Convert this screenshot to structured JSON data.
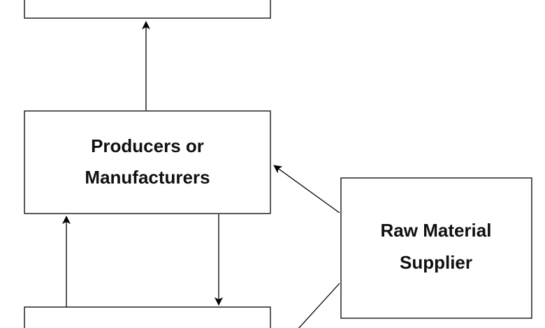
{
  "diagram": {
    "nodes": {
      "top": {
        "lines": []
      },
      "producers": {
        "lines": [
          "Producers or",
          "Manufacturers"
        ]
      },
      "raw_material": {
        "lines": [
          "Raw Material",
          "Supplier"
        ]
      },
      "bottom": {
        "lines": []
      }
    },
    "edges": [
      {
        "from": "producers",
        "to": "top"
      },
      {
        "from": "raw_material",
        "to": "producers"
      },
      {
        "from": "bottom",
        "to": "producers"
      },
      {
        "from": "producers",
        "to": "bottom"
      },
      {
        "from": "raw_material",
        "to": "bottom"
      }
    ],
    "colors": {
      "stroke": "#000000",
      "text": "#111111",
      "background": "#ffffff"
    }
  }
}
